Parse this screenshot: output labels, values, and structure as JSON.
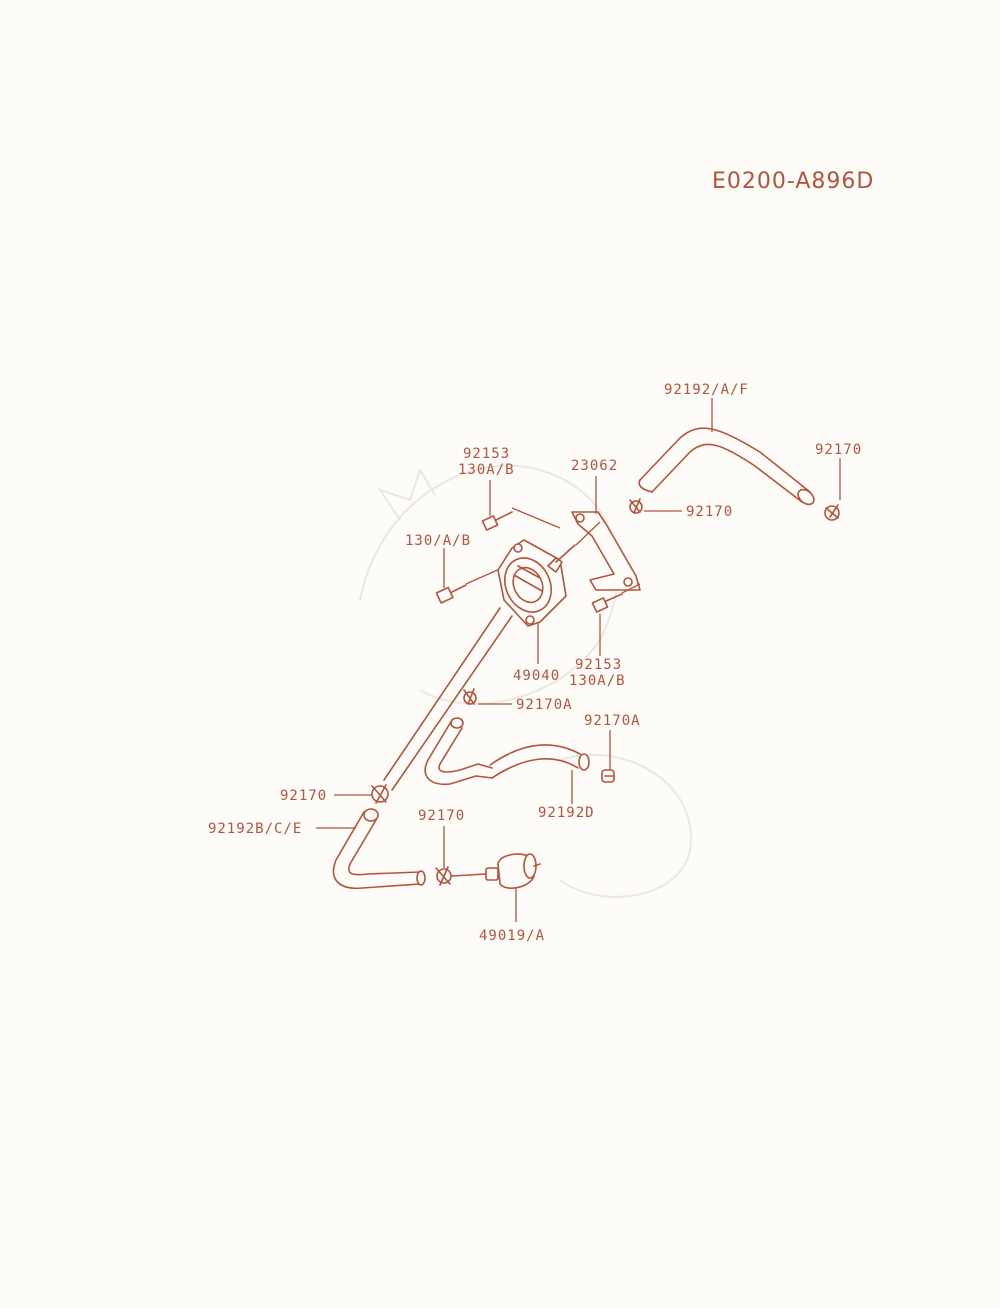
{
  "diagram_code": "E0200-A896D",
  "labels": {
    "hose_top": "92192/A/F",
    "clamp_top_right": "92170",
    "bracket": "23062",
    "clamp_right": "92170",
    "screw_top_line1": "92153",
    "screw_top_line2": "130A/B",
    "bolt_left": "130/A/B",
    "pump": "49040",
    "screw_right_line1": "92153",
    "screw_right_line2": "130A/B",
    "clamp_mid": "92170A",
    "clamp_mid_right": "92170A",
    "hose_mid": "92192D",
    "clamp_left": "92170",
    "hose_left": "92192B/C/E",
    "clamp_bottom": "92170",
    "filter": "49019/A"
  },
  "colors": {
    "ink": "#b5533c",
    "paper": "#fdfcf8"
  }
}
